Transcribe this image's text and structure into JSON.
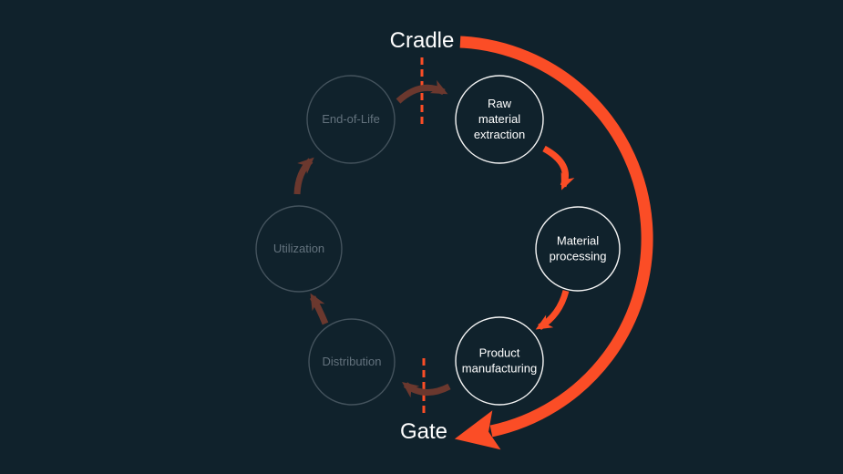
{
  "labels": {
    "start": "Cradle",
    "end": "Gate"
  },
  "stages": [
    {
      "id": "end-of-life",
      "label": "End-of-Life",
      "active": false
    },
    {
      "id": "raw-material-extraction",
      "label": "Raw material extraction",
      "active": true
    },
    {
      "id": "material-processing",
      "label": "Material processing",
      "active": true
    },
    {
      "id": "product-manufacturing",
      "label": "Product manufacturing",
      "active": true
    },
    {
      "id": "distribution",
      "label": "Distribution",
      "active": false
    },
    {
      "id": "utilization",
      "label": "Utilization",
      "active": false
    }
  ],
  "flow": [
    {
      "from": "end-of-life",
      "to": "raw-material-extraction",
      "active": false
    },
    {
      "from": "raw-material-extraction",
      "to": "material-processing",
      "active": true
    },
    {
      "from": "material-processing",
      "to": "product-manufacturing",
      "active": true
    },
    {
      "from": "product-manufacturing",
      "to": "distribution",
      "active": false
    },
    {
      "from": "distribution",
      "to": "utilization",
      "active": false
    },
    {
      "from": "utilization",
      "to": "end-of-life",
      "active": false
    }
  ],
  "scope_arrow": {
    "from_label": "Cradle",
    "to_label": "Gate"
  },
  "colors": {
    "background": "#10222c",
    "accent": "#fb4d26",
    "inactive_arrow": "#6b382e",
    "active_circle_border": "#f5f5f5",
    "active_circle_text": "#ffffff",
    "inactive_circle_border": "#44535d",
    "inactive_circle_text": "#63727d"
  }
}
